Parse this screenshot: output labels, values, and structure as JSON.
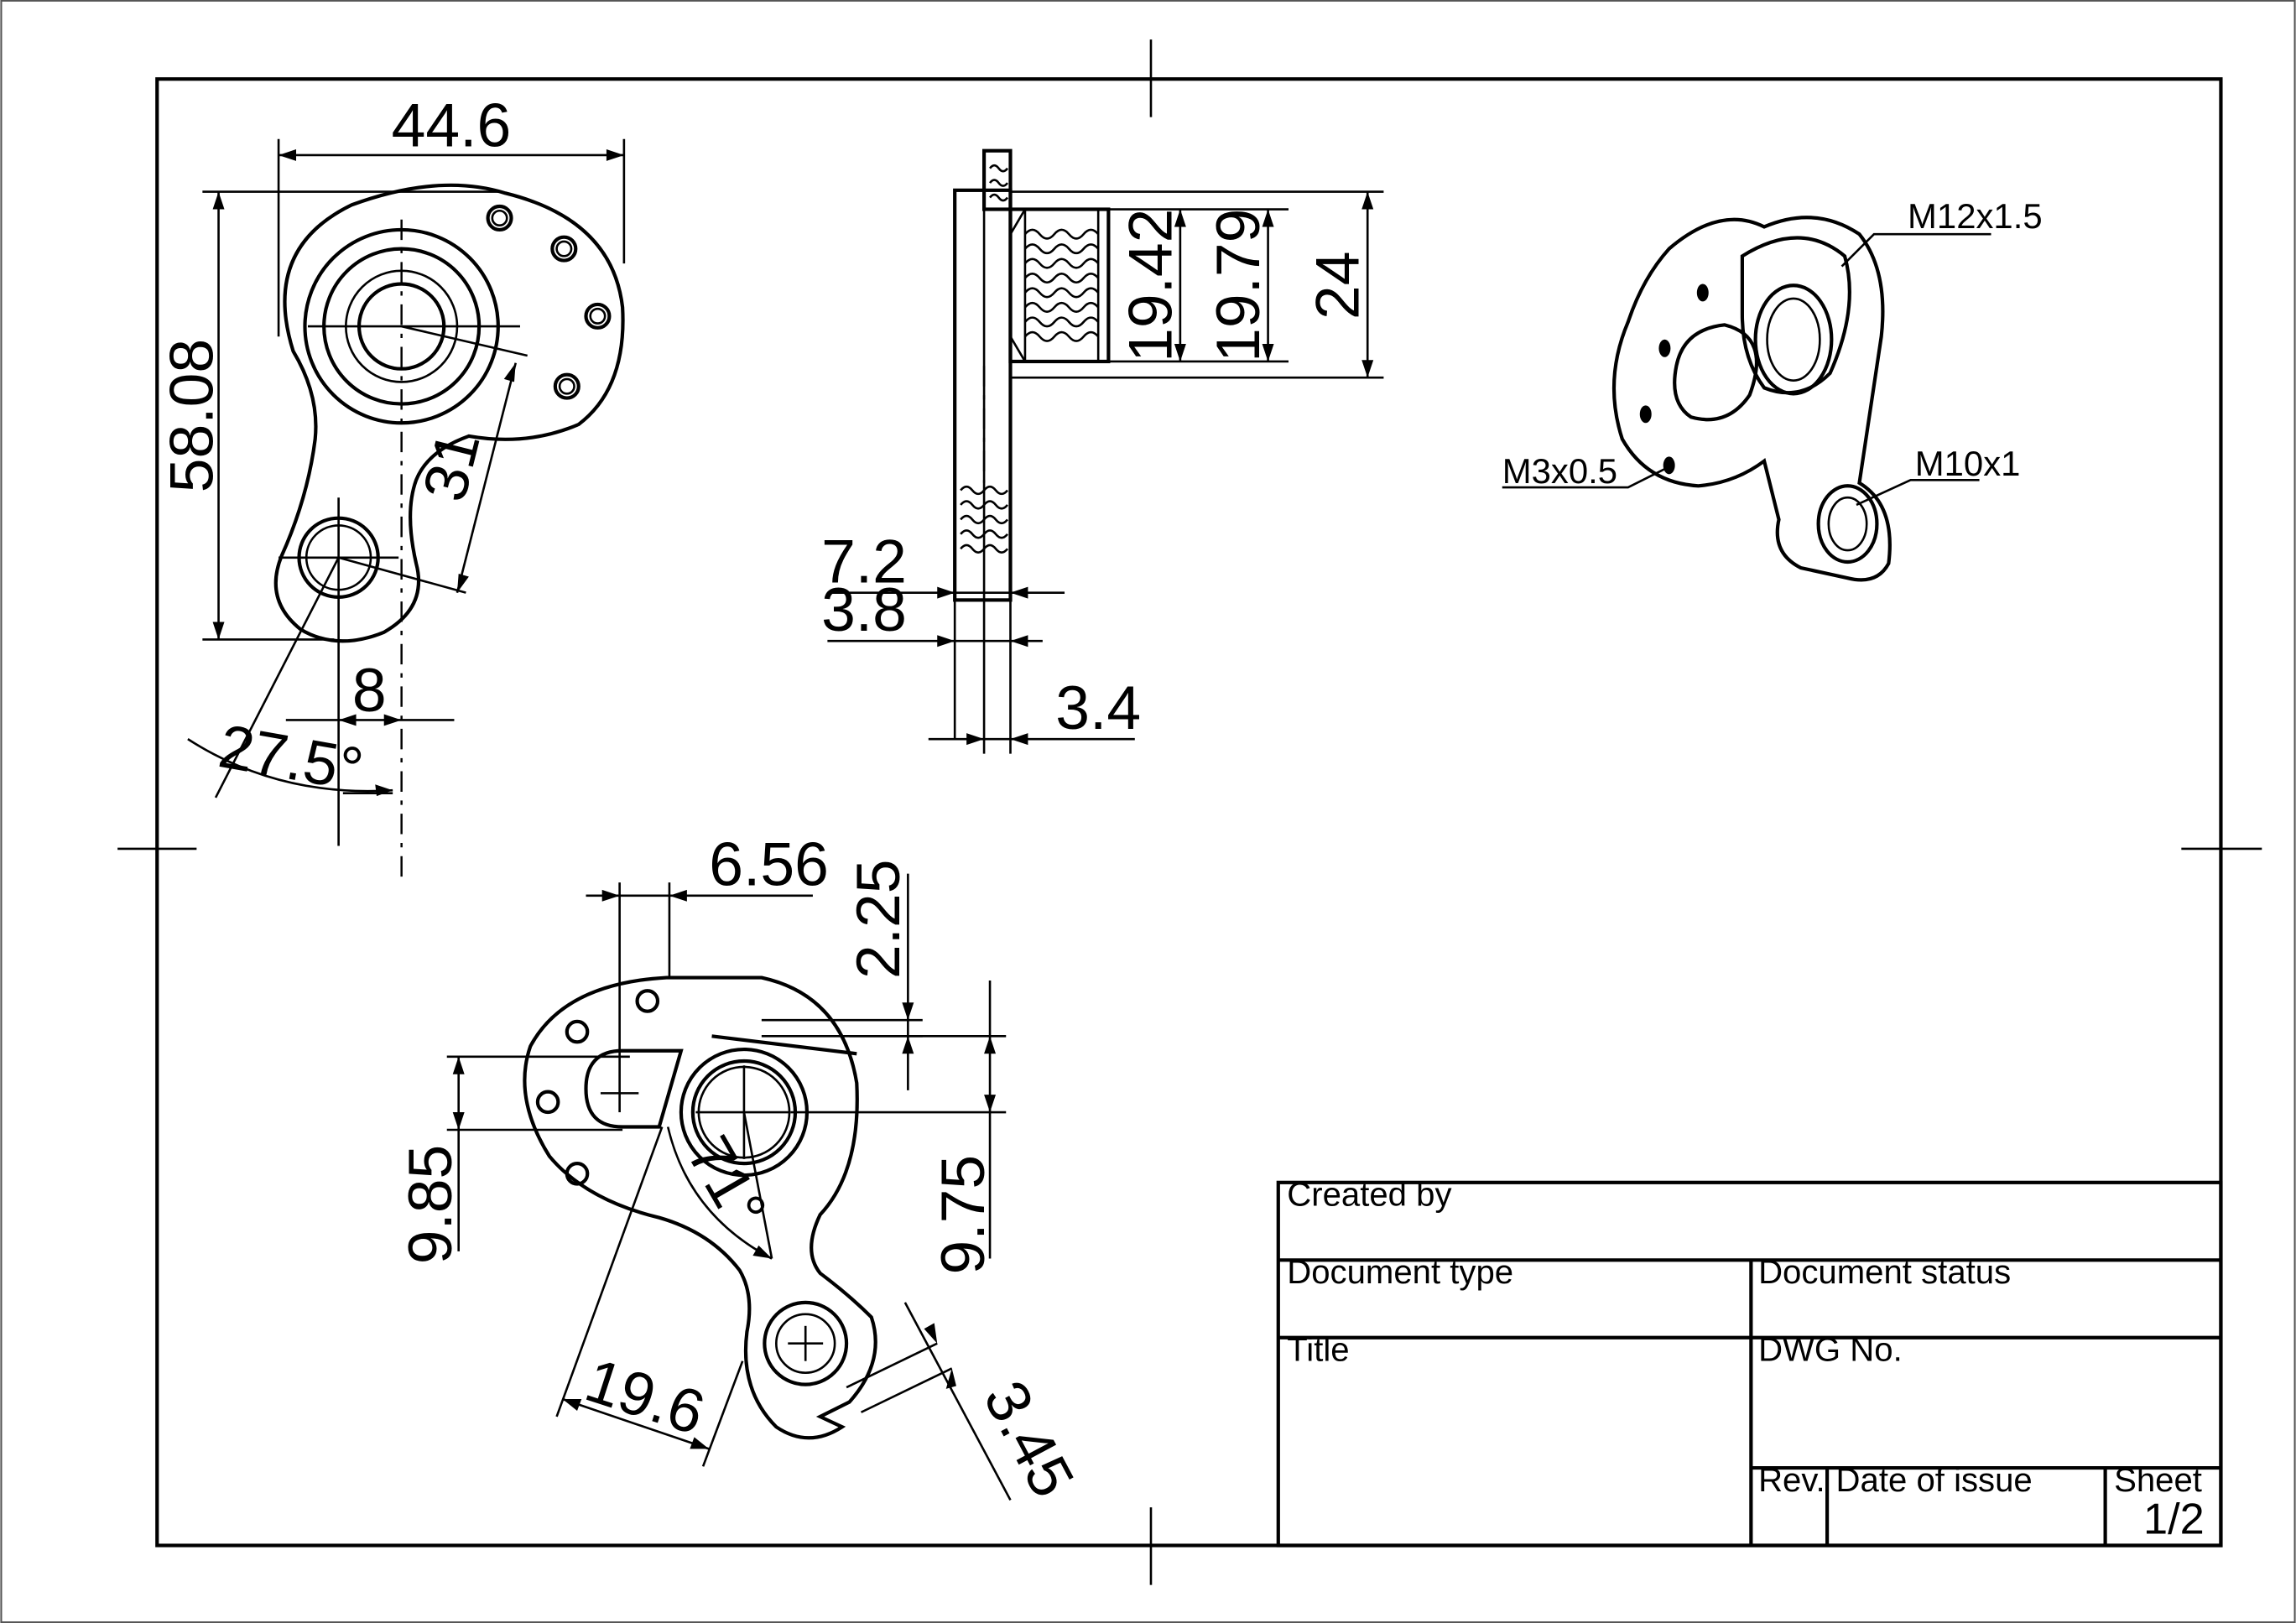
{
  "dimensions": {
    "width": "44.6",
    "height": "58.08",
    "radius_arm": "31",
    "offset_8": "8",
    "angle_27": "27.5°",
    "thread_1942": "19.42",
    "thread_1979": "19.79",
    "flange_24": "24",
    "plate_72": "7.2",
    "plate_38": "3.8",
    "plate_34": "3.4",
    "slot_656": "6.56",
    "slot_225": "2.25",
    "slot_985": "9.85",
    "slot_975": "9.75",
    "angle_71": "71°",
    "arm_196": "19.6",
    "tip_345": "3.45"
  },
  "notes": {
    "m12": "M12x1.5",
    "m3": "M3x0.5",
    "m10": "M10x1"
  },
  "title_block": {
    "created_by": "Created by",
    "document_type": "Document type",
    "document_status": "Document status",
    "title": "Title",
    "dwg_no": "DWG No.",
    "rev": "Rev.",
    "date_of_issue": "Date of issue",
    "sheet": "Sheet",
    "sheet_value": "1/2"
  }
}
